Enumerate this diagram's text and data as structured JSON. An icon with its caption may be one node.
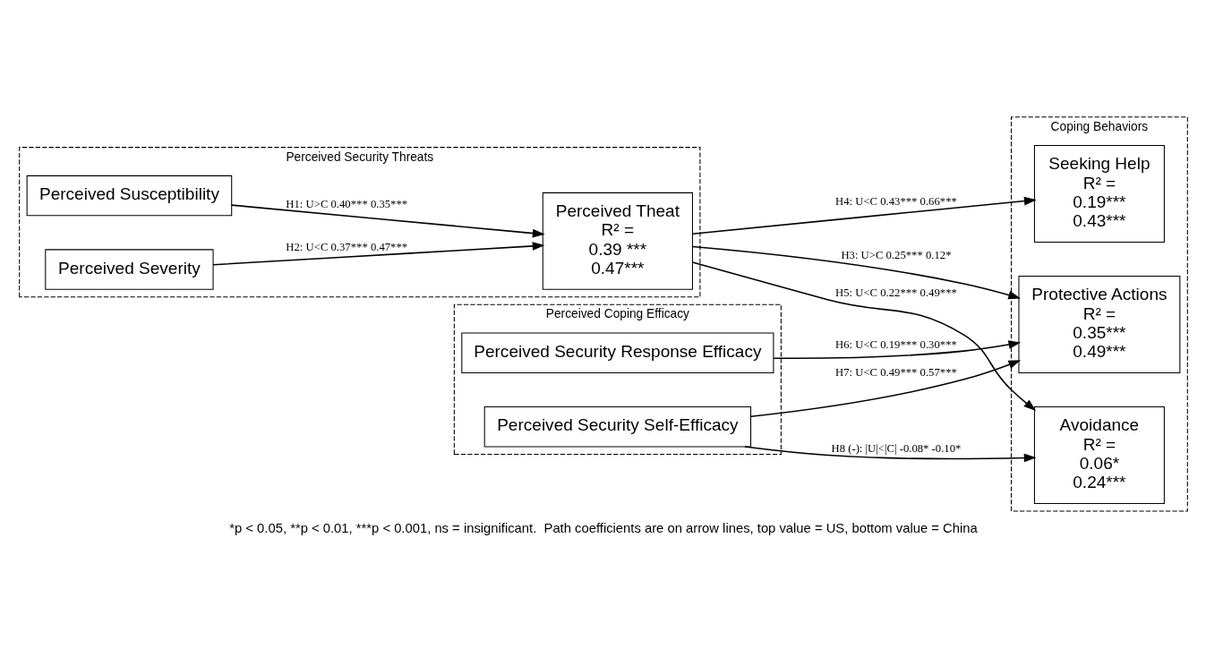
{
  "diagram": {
    "caption": "*p < 0.05, **p < 0.01, ***p < 0.001, ns = insignificant.  Path coefficients are on arrow lines, top value = US, bottom value = China",
    "nodes": [
      {
        "text": [
          "Perceived Security Threats"
        ]
      },
      {
        "text": [
          "Perceived Susceptibility"
        ],
        "in": 0
      },
      {
        "text": [
          "Perceived Severity"
        ],
        "in": 0
      },
      {
        "text": [
          "Perceived Theat",
          "R² =",
          "0.39 ***",
          "0.47***"
        ],
        "in": 0
      },
      {
        "text": [
          "Coping Behaviors"
        ]
      },
      {
        "text": [
          "Protective Actions",
          "R² =",
          "0.35***",
          "0.49***"
        ],
        "in": 4
      },
      {
        "text": [
          "Seeking Help",
          "R² =",
          "0.19***",
          "0.43***"
        ],
        "in": 4
      },
      {
        "text": [
          "Avoidance",
          "R² =",
          "0.06*",
          "0.24***"
        ],
        "in": 4
      },
      {
        "text": [
          "Perceived Coping Efficacy"
        ]
      },
      {
        "text": [
          "Perceived Security Response Efficacy"
        ],
        "in": 8
      },
      {
        "text": [
          "Perceived Security Self-Efficacy"
        ],
        "in": 8
      }
    ],
    "edges": [
      {
        "from": 1,
        "to": 3,
        "arrow": "to",
        "label": "H1: U>C 0.40*** 0.35***"
      },
      {
        "from": 2,
        "to": 3,
        "arrow": "to",
        "label": "H2: U<C 0.37*** 0.47***"
      },
      {
        "from": 3,
        "to": 5,
        "arrow": "to",
        "label": "H3: U>C 0.25*** 0.12*"
      },
      {
        "from": 3,
        "to": 6,
        "arrow": "to",
        "label": "H4: U<C 0.43*** 0.66***"
      },
      {
        "from": 3,
        "to": 7,
        "arrow": "to",
        "label": "H5: U<C 0.22*** 0.49***"
      },
      {
        "from": 9,
        "to": 5,
        "arrow": "to",
        "label": "H6: U<C 0.19*** 0.30***"
      },
      {
        "from": 10,
        "to": 5,
        "arrow": "to",
        "label": "H7: U<C 0.49*** 0.57***"
      },
      {
        "from": 10,
        "to": 7,
        "arrow": "to",
        "label": "H8 (-): |U|<|C| -0.08* -0.10*"
      }
    ]
  }
}
